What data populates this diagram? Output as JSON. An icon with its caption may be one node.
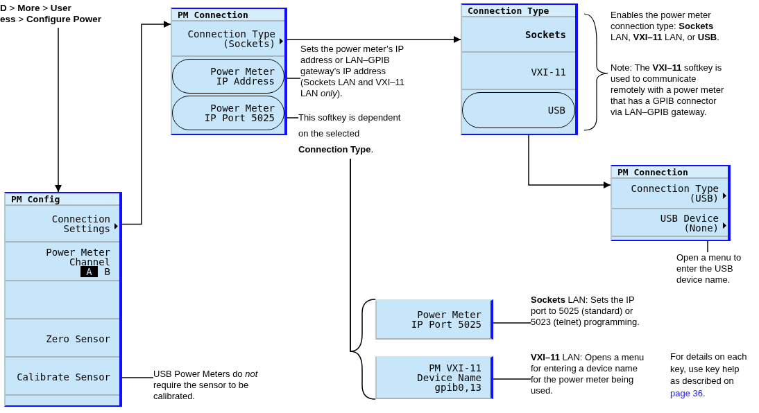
{
  "diagram": {
    "nodes": [
      {
        "text": [
          "**D** > **More** > **User**",
          "**ess** > **Configure Power**"
        ]
      },
      {
        "text": [
          "PM Config"
        ]
      },
      {
        "text": [
          "Connection Settings"
        ],
        "in": 1
      },
      {
        "text": [
          "Power Meter Channel",
          "A",
          "B"
        ],
        "in": 1
      },
      {
        "text": [],
        "shape": "box",
        "in": 1
      },
      {
        "text": [
          "Zero Sensor"
        ],
        "in": 1
      },
      {
        "text": [
          "Calibrate Sensor"
        ],
        "in": 1
      },
      {
        "text": [
          "PM Connection"
        ]
      },
      {
        "text": [
          "Connection Type (Sockets)"
        ],
        "in": 7
      },
      {
        "text": [
          "Power Meter IP Address"
        ],
        "in": 7
      },
      {
        "text": [
          "Power Meter IP Port 5025"
        ],
        "in": 7
      },
      {
        "text": [
          "Connection Type"
        ]
      },
      {
        "text": [
          "Sockets"
        ],
        "in": 11
      },
      {
        "text": [
          "VXI-11"
        ],
        "in": 11
      },
      {
        "text": [
          "USB"
        ],
        "in": 11
      },
      {
        "text": [
          "PM Connection"
        ]
      },
      {
        "text": [
          "Connection Type (USB)"
        ],
        "in": 15
      },
      {
        "text": [
          "USB Device (None)"
        ],
        "in": 15
      },
      {
        "text": [
          "Power Meter IP Port 5025"
        ]
      },
      {
        "text": [
          "PM VXI-11 Device Name gpib0,13"
        ]
      },
      {
        "text": [
          "Sets the power meter’s IP address or LAN–GPIB gateway’s IP address (Sockets LAN and VXI–11 LAN *only*)."
        ]
      },
      {
        "text": [
          "This softkey is dependent on the selected **Connection Type**."
        ]
      },
      {
        "text": [
          "Open a menu to enter the USB device name."
        ]
      },
      {
        "text": [
          "**Sockets** LAN: Sets the IP port to 5025 (standard) or 5023 (telnet) programming."
        ]
      },
      {
        "text": [
          "**VXI–11** LAN: Opens a menu for entering a device name for the power meter being used."
        ]
      },
      {
        "text": [
          "USB Power Meters do *not* require the sensor to be calibrated."
        ]
      }
    ],
    "edges": [
      {
        "from": 0,
        "to": 1,
        "arrow": "to"
      },
      {
        "from": 2,
        "to": 7,
        "arrow": "to"
      },
      {
        "from": 8,
        "to": 11,
        "arrow": "to"
      },
      {
        "from": 9,
        "to": 20,
        "arrow": "none"
      },
      {
        "from": 10,
        "to": 21,
        "arrow": "none"
      },
      {
        "from": 21,
        "to": 18,
        "arrow": "none"
      },
      {
        "from": 21,
        "to": 19,
        "arrow": "none"
      },
      {
        "from": 14,
        "to": 15,
        "arrow": "to"
      },
      {
        "from": 17,
        "to": 22,
        "arrow": "none"
      },
      {
        "from": 18,
        "to": 23,
        "arrow": "none"
      },
      {
        "from": 19,
        "to": 24,
        "arrow": "none"
      },
      {
        "from": 6,
        "to": 25,
        "arrow": "none"
      }
    ],
    "labels": [
      "Enables the power meter connection type: **Sockets** LAN, **VXI–11** LAN, or **USB**.",
      "Note: The **VXI–11** softkey is used to communicate remotely with a power meter that has a GPIB connector via LAN–GPIB gateway.",
      "For details on each key, use key help as described on",
      "page 36."
    ]
  }
}
